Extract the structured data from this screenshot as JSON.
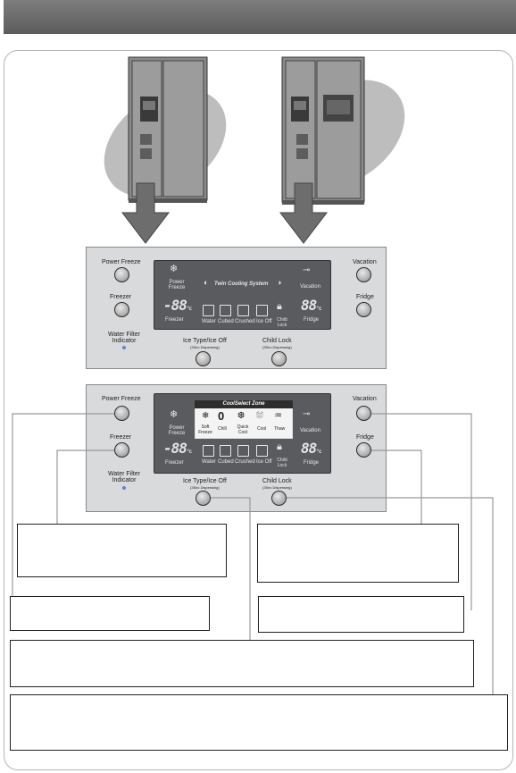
{
  "colors": {
    "header": "#6a6a6a",
    "panel": "#d9dadb",
    "display": "#5a5b5f",
    "arrow": "#6d6d6d",
    "indicator": "#5a88c9"
  },
  "panel1": {
    "left_buttons": [
      "Power Freeze",
      "Freezer"
    ],
    "indicator": "Water Filter Indicator",
    "right_buttons": [
      "Vacation",
      "Fridge"
    ],
    "bottom_buttons": [
      {
        "label": "Ice Type/Ice Off",
        "sub": "(3Sec Dispensing)"
      },
      {
        "label": "Child Lock",
        "sub": "(3Sec Dispensing)"
      }
    ],
    "display": {
      "power_freeze": "Power Freeze",
      "banner": "Twin Cooling System",
      "vacation": "Vacation",
      "freezer_digits": "-88",
      "fridge_digits": "88",
      "unit": "°c",
      "freezer": "Freezer",
      "fridge": "Fridge",
      "icons": [
        "Water",
        "Cubed",
        "Crushed",
        "Ice Off",
        "Child Lock"
      ]
    }
  },
  "panel2": {
    "left_buttons": [
      "Power Freeze",
      "Freezer"
    ],
    "indicator": "Water Filter Indicator",
    "right_buttons": [
      "Vacation",
      "Fridge"
    ],
    "bottom_buttons": [
      {
        "label": "Ice Type/Ice Off",
        "sub": "(3Sec Dispensing)"
      },
      {
        "label": "Child Lock",
        "sub": "(3Sec Dispensing)"
      }
    ],
    "display": {
      "zone_title": "CoolSelect Zone",
      "zone_items": [
        "Soft Freeze",
        "Chill",
        "Quick Cool",
        "Cool",
        "Thaw"
      ],
      "zone_digit": "0",
      "power_freeze": "Power Freeze",
      "vacation": "Vacation",
      "freezer_digits": "-88",
      "fridge_digits": "88",
      "unit": "°c",
      "freezer": "Freezer",
      "fridge": "Fridge",
      "icons": [
        "Water",
        "Cubed",
        "Crushed",
        "Ice Off",
        "Child Lock"
      ]
    }
  }
}
